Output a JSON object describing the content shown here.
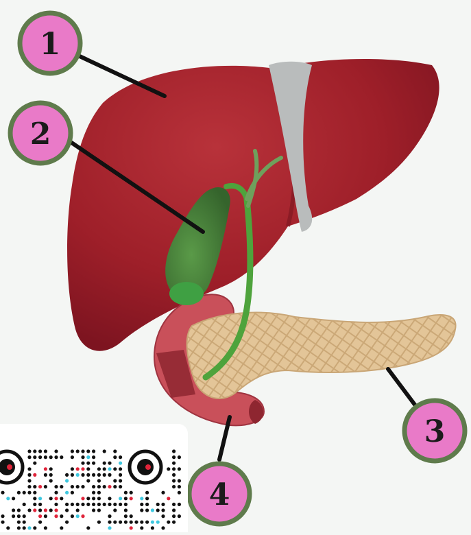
{
  "diagram": {
    "callouts": [
      {
        "id": "callout-1",
        "label": "1",
        "part": "liver"
      },
      {
        "id": "callout-2",
        "label": "2",
        "part": "gallbladder"
      },
      {
        "id": "callout-3",
        "label": "3",
        "part": "pancreas"
      },
      {
        "id": "callout-4",
        "label": "4",
        "part": "duodenum"
      }
    ]
  },
  "colors": {
    "background": "#f4f6f4",
    "liver": "#a1222b",
    "ligament": "#b9bcbc",
    "gallbladder": "#4c8a3f",
    "bile_duct": "#4ea33c",
    "pancreas": "#e2c394",
    "duodenum": "#c9505a",
    "callout_fill": "#e97ac8",
    "callout_ring": "#5f7b4c",
    "leader": "#111111"
  },
  "overlay": {
    "icon": "qr-code-icon"
  }
}
